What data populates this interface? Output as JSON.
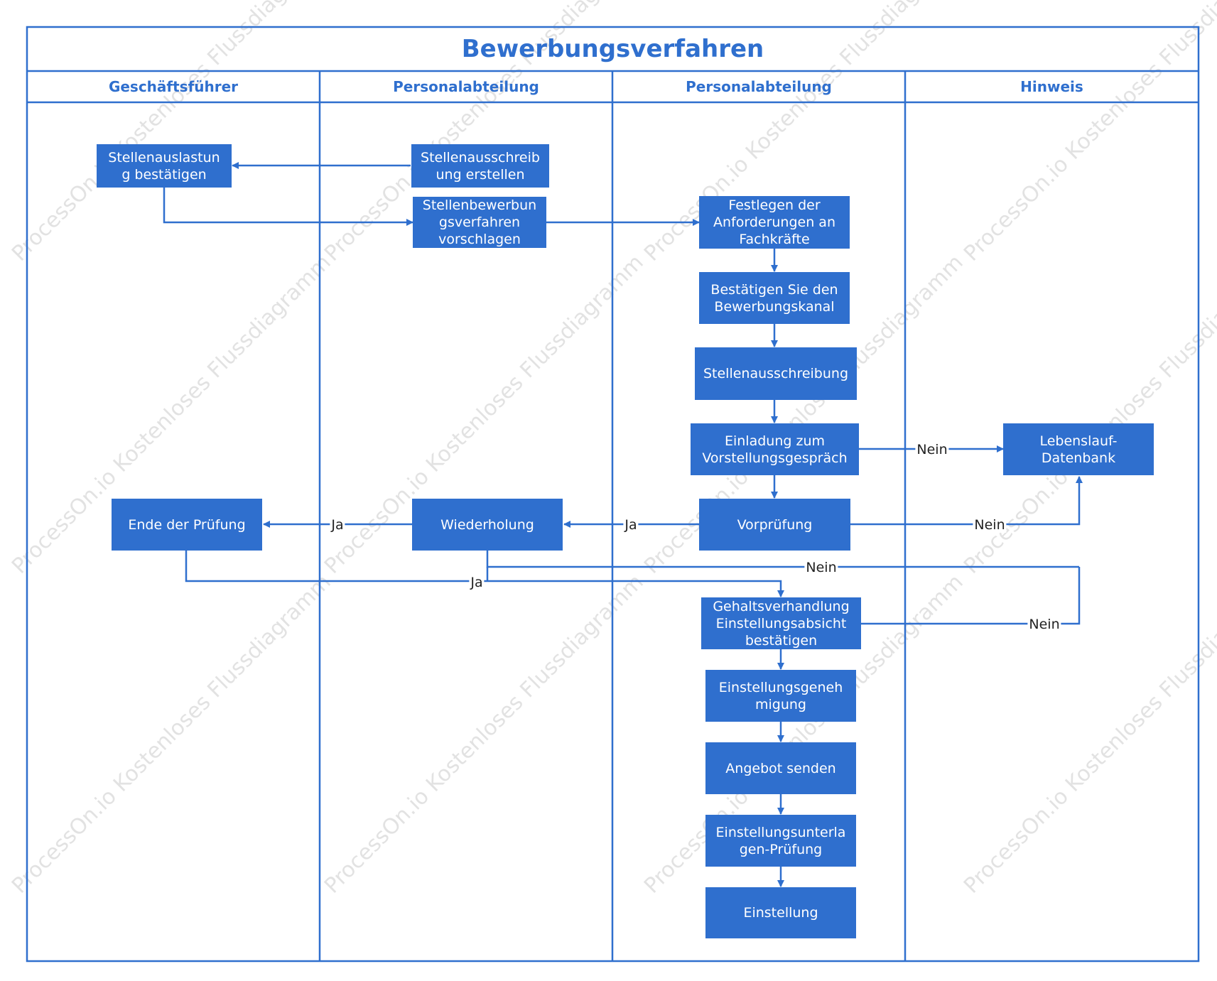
{
  "title": "Bewerbungsverfahren",
  "lanes": [
    "Geschäftsführer",
    "Personalabteilung",
    "Personalabteilung",
    "Hinweis"
  ],
  "nodes": {
    "n1": "Stellenauslastun\ng bestätigen",
    "n2": "Stellenausschreib\nung erstellen",
    "n3": "Stellenbewerbun\ngsverfahren\nvorschlagen",
    "n4": "Festlegen der\nAnforderungen an\nFachkräfte",
    "n5": "Bestätigen Sie den\nBewerbungskanal",
    "n6": "Stellenausschreibung",
    "n7": "Einladung zum\nVorstellungsgespräch",
    "n8": "Lebenslauf-\nDatenbank",
    "n9": "Vorprüfung",
    "n10": "Wiederholung",
    "n11": "Ende der Prüfung",
    "n12": "Gehaltsverhandlung\nEinstellungsabsicht\nbestätigen",
    "n13": "Einstellungsgeneh\nmigung",
    "n14": "Angebot senden",
    "n15": "Einstellungsunterla\ngen-Prüfung",
    "n16": "Einstellung"
  },
  "edge_labels": {
    "e1": "Nein",
    "e2": "Nein",
    "e3": "Ja",
    "e4": "Ja",
    "e5": "Nein",
    "e6": "Ja",
    "e7": "Nein"
  },
  "watermark": "ProcessOn.io Kostenloses Flussdiagramm",
  "colors": {
    "accent": "#2f6fce",
    "node_fill": "#2f6fce",
    "node_text": "#ffffff"
  }
}
